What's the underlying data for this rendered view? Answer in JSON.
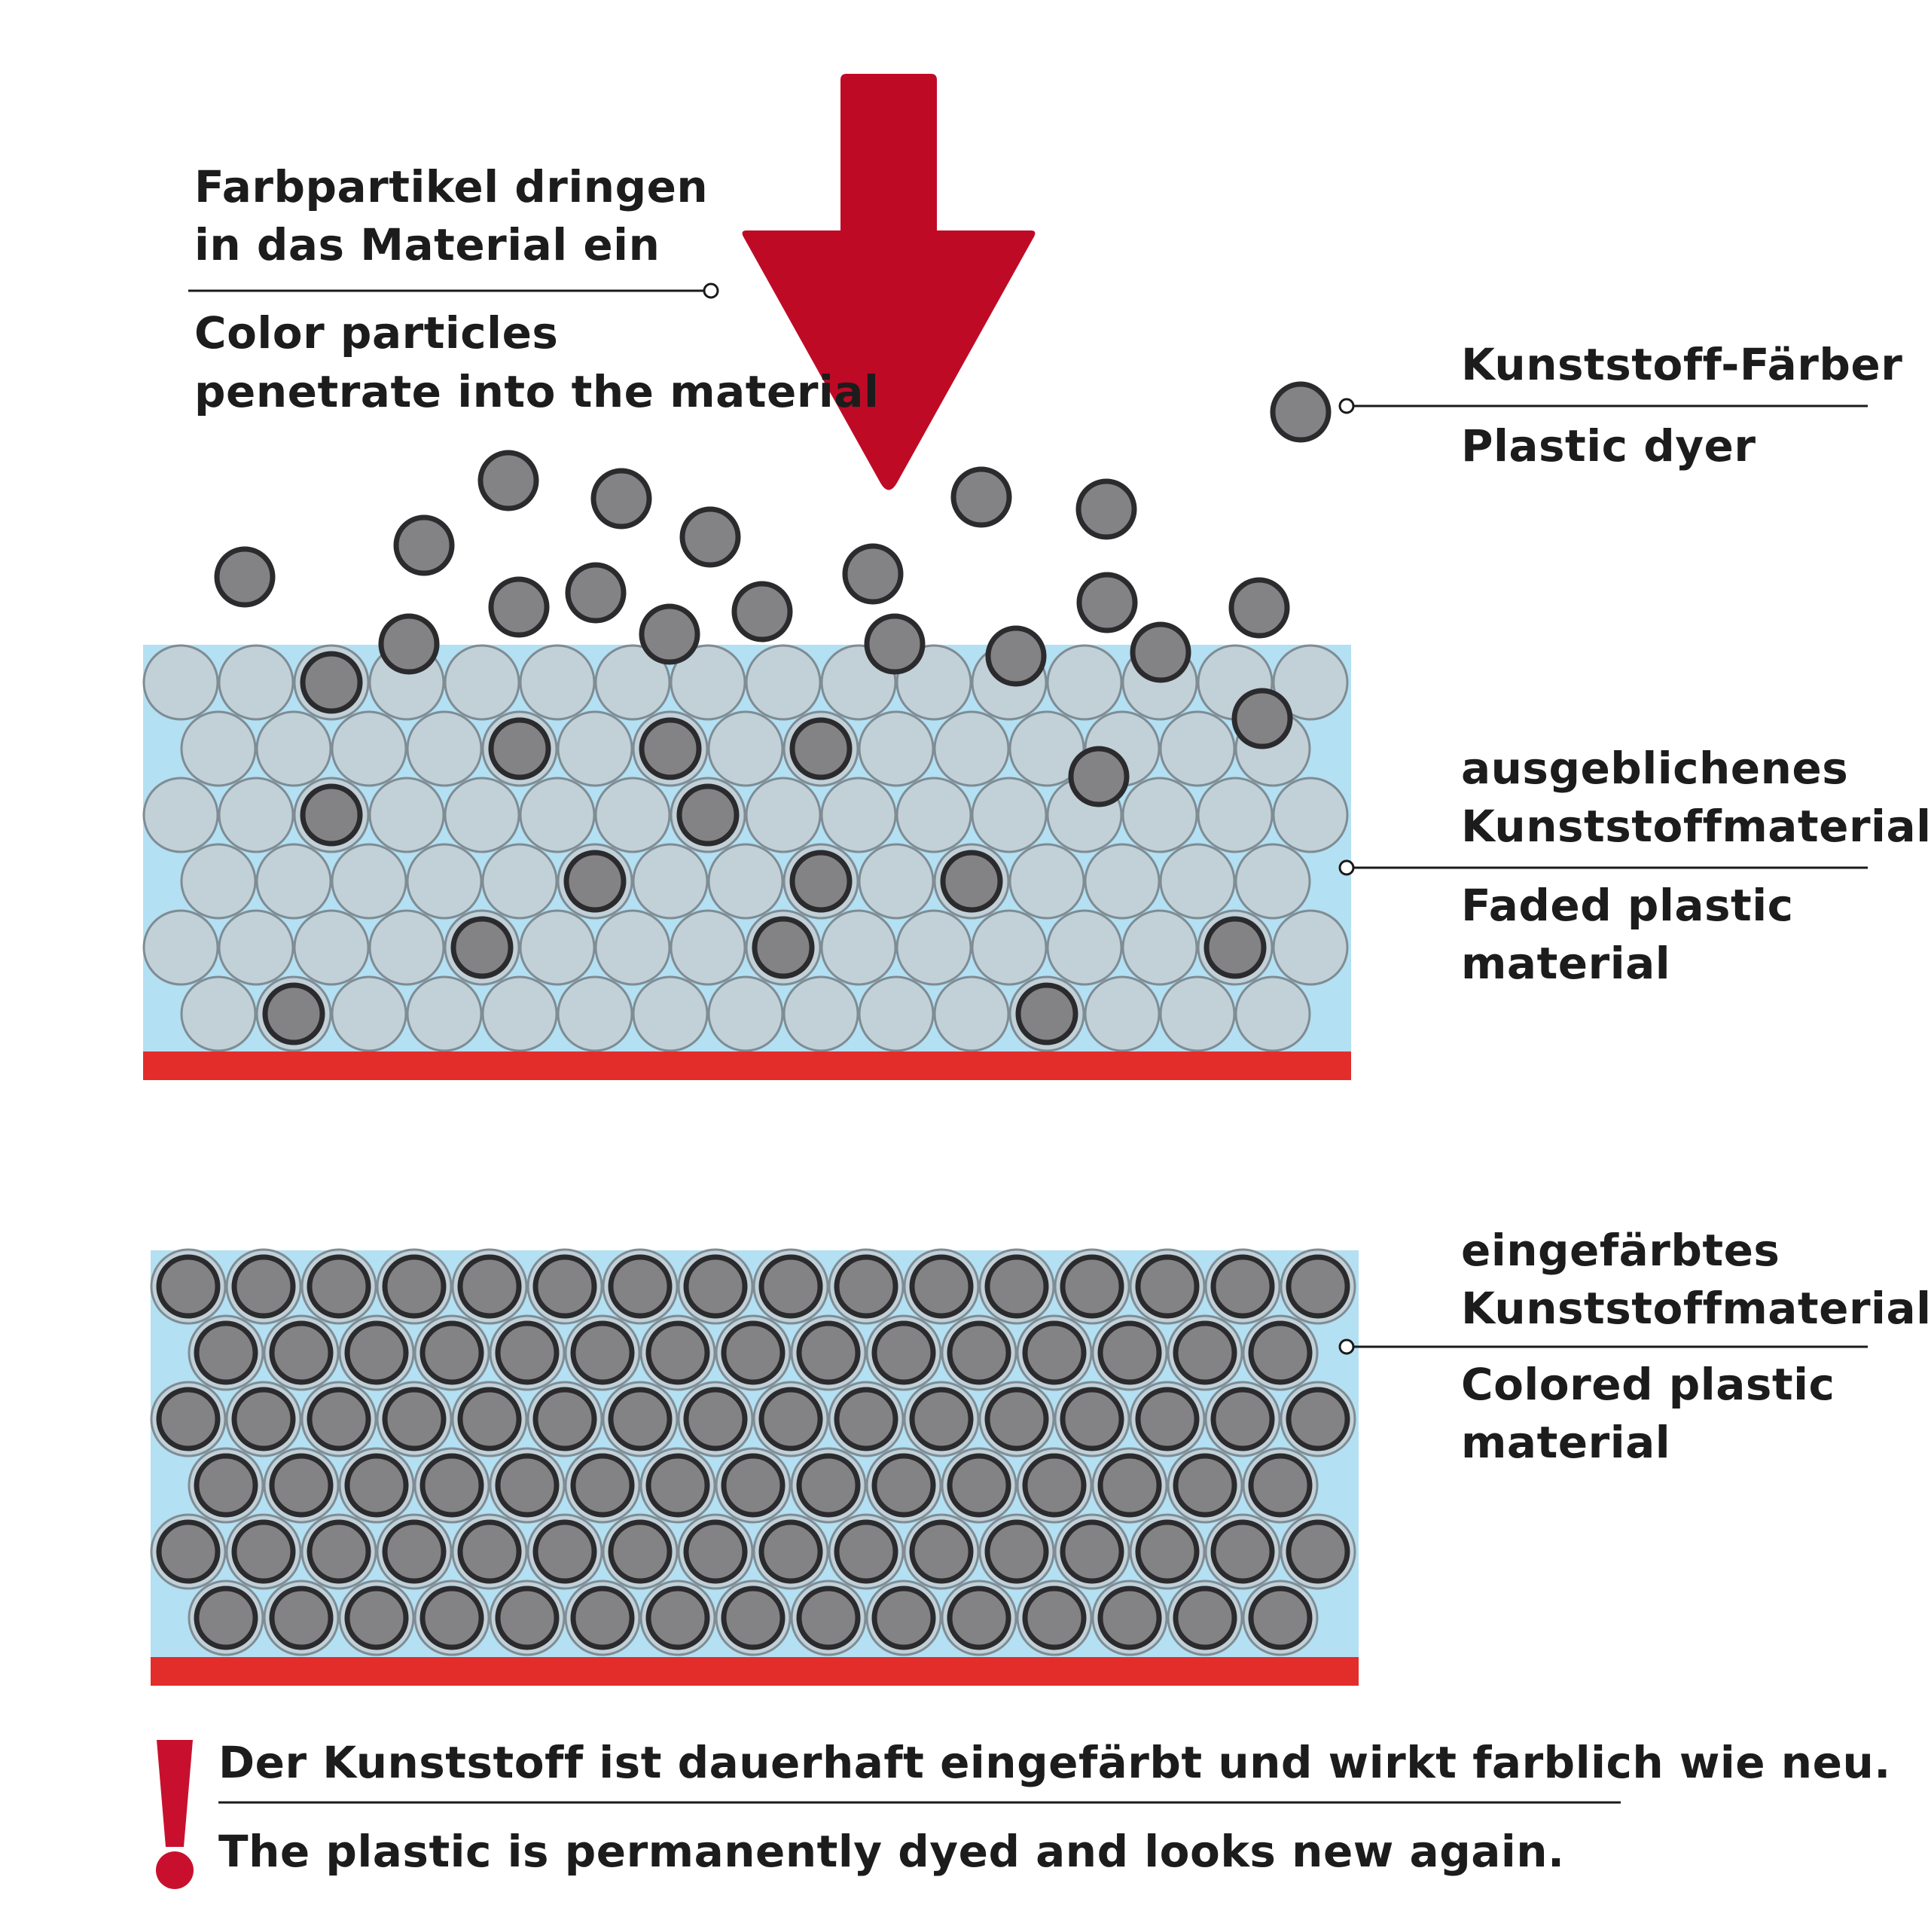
{
  "colors": {
    "arrow": "#bf0a26",
    "layer_background": "#b3e0f2",
    "faded_particle": "#c2d0d8",
    "faded_particle_stroke": "#7f8c94",
    "dye_particle": "#838386",
    "dye_particle_stroke": "#2b2b2d",
    "base_strip": "#e32d2b",
    "leader_line": "#1a1a1a",
    "exclamation": "#c8102e"
  },
  "labels": {
    "penetrate": {
      "de": [
        "Farbpartikel dringen",
        "in das Material ein"
      ],
      "en": [
        "Color particles",
        "penetrate into the material"
      ]
    },
    "dyer": {
      "de": [
        "Kunststoff-Färber"
      ],
      "en": [
        "Plastic dyer"
      ]
    },
    "faded": {
      "de": [
        "ausgeblichenes",
        "Kunststoffmaterial"
      ],
      "en": [
        "Faded plastic",
        "material"
      ]
    },
    "colored": {
      "de": [
        "eingefärbtes",
        "Kunststoffmaterial"
      ],
      "en": [
        "Colored plastic",
        "material"
      ]
    }
  },
  "footer": {
    "de": "Der  Kunststoff ist dauerhaft eingefärbt und wirkt farblich wie neu.",
    "en": "The plastic is permanently dyed and looks new again.",
    "icon": "exclamation-icon"
  },
  "icons": {
    "arrow": "down-arrow-icon",
    "legend_particle": "dye-particle-icon"
  }
}
